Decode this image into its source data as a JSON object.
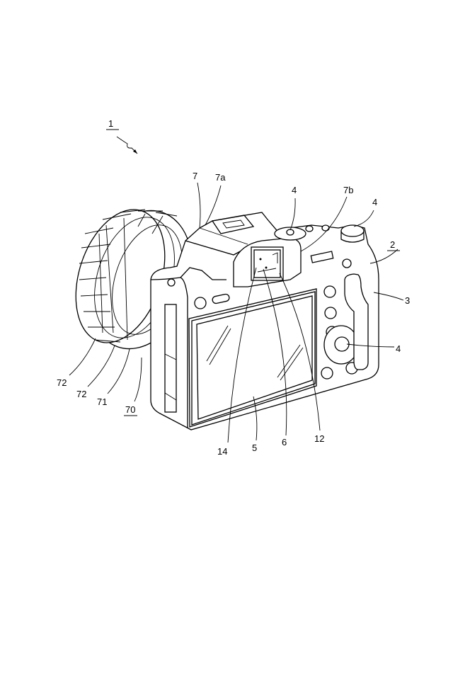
{
  "figure": {
    "title_ref": "1",
    "labels": {
      "eyepiece_frame": "7",
      "eyepiece_top": "7a",
      "button_top_left": "4",
      "eyepiece_side": "7b",
      "dial_top_right": "4",
      "body": "2",
      "grip": "3",
      "control_button": "4",
      "lens_ring_outer": "72",
      "lens_ring_inner": "72",
      "lens_barrel": "71",
      "lens_unit": "70",
      "eyepiece_window": "14",
      "rear_display": "5",
      "finder_display": "6",
      "eye_sensor": "12"
    }
  }
}
